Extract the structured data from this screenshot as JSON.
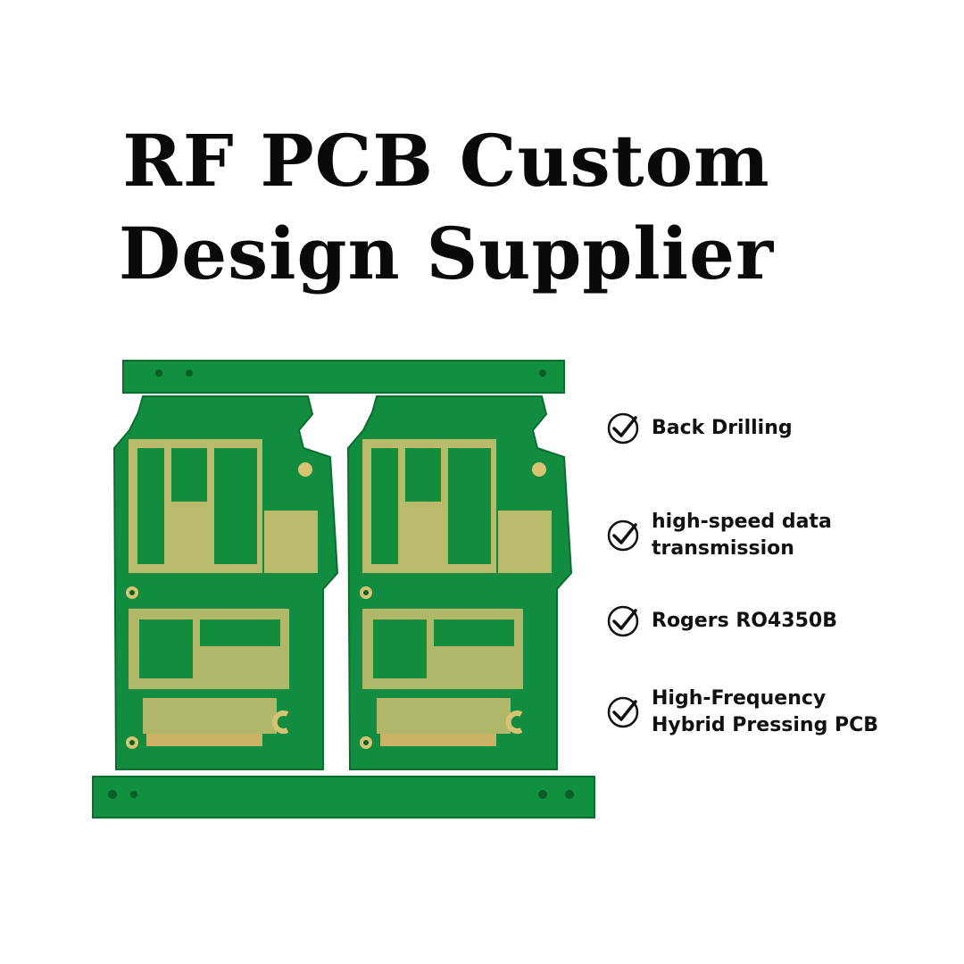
{
  "title": {
    "line1": "RF PCB Custom",
    "line2": "Design Supplier"
  },
  "features": [
    {
      "lines": [
        "Back Drilling"
      ],
      "icon": "check-circle-icon"
    },
    {
      "lines": [
        "high-speed data",
        "transmission"
      ],
      "icon": "check-circle-icon"
    },
    {
      "lines": [
        "Rogers RO4350B"
      ],
      "icon": "check-circle-icon"
    },
    {
      "lines": [
        "High-Frequency",
        "Hybrid Pressing PCB"
      ],
      "icon": "check-circle-icon"
    }
  ],
  "colors": {
    "board_green": "#0f8a3c",
    "board_dark": "#0a6b2c",
    "gold": "#d9c37a",
    "text": "#111111"
  }
}
